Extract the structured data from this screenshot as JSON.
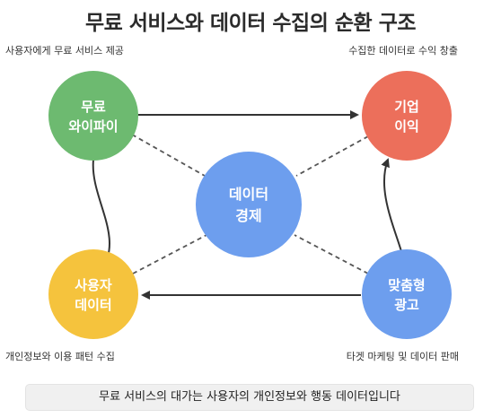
{
  "title": "무료 서비스와 데이터 수집의 순환 구조",
  "labels": {
    "top_left": "사용자에게 무료 서비스 제공",
    "top_right": "수집한 데이터로 수익 창출",
    "bottom_left": "개인정보와 이용 패턴 수집",
    "bottom_right": "타겟 마케팅 및 데이터 판매"
  },
  "nodes": {
    "free_wifi": {
      "line1": "무료",
      "line2": "와이파이",
      "color": "#6dba70"
    },
    "corp_profit": {
      "line1": "기업",
      "line2": "이익",
      "color": "#ec6f5b"
    },
    "data_economy": {
      "line1": "데이터",
      "line2": "경제",
      "color": "#6d9eee"
    },
    "user_data": {
      "line1": "사용자",
      "line2": "데이터",
      "color": "#f5c33d"
    },
    "targeted_ads": {
      "line1": "맞춤형",
      "line2": "광고",
      "color": "#6d9eee"
    }
  },
  "footer": "무료 서비스의 대가는 사용자의 개인정보와 행동 데이터입니다"
}
